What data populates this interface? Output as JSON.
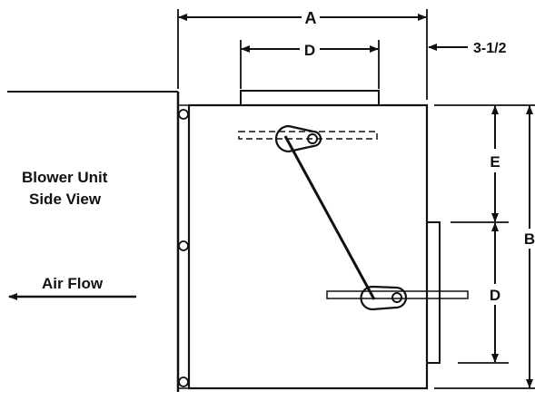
{
  "labels": {
    "dim_a": "A",
    "dim_d_top": "D",
    "dim_offset": "3-1/2",
    "dim_e": "E",
    "dim_b": "B",
    "dim_d_right": "D",
    "title_line1": "Blower Unit",
    "title_line2": "Side View",
    "air_flow": "Air Flow"
  },
  "colors": {
    "ink": "#111111",
    "background": "#ffffff"
  }
}
